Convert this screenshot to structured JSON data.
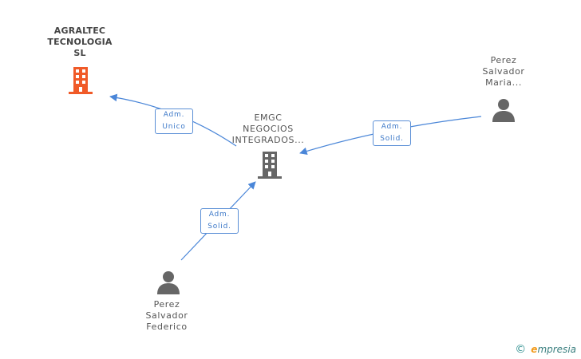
{
  "nodes": {
    "agraltec": {
      "label": "AGRALTEC\nTECNOLOGIA\nSL",
      "type": "company",
      "color": "#f05a28"
    },
    "emgc": {
      "label": "EMGC\nNEGOCIOS\nINTEGRADOS...",
      "type": "company",
      "color": "#666666"
    },
    "perez_maria": {
      "label": "Perez\nSalvador\nMaria...",
      "type": "person",
      "color": "#666666"
    },
    "perez_federico": {
      "label": "Perez\nSalvador\nFederico",
      "type": "person",
      "color": "#666666"
    }
  },
  "edges": [
    {
      "from": "emgc",
      "to": "agraltec",
      "label": "Adm.\nUnico"
    },
    {
      "from": "perez_maria",
      "to": "emgc",
      "label": "Adm.\nSolid."
    },
    {
      "from": "perez_federico",
      "to": "emgc",
      "label": "Adm.\nSolid."
    }
  ],
  "edge_color": "#4a86d8",
  "footer": {
    "copyright": "©",
    "brand_e": "e",
    "brand_rest": "mpresia"
  }
}
